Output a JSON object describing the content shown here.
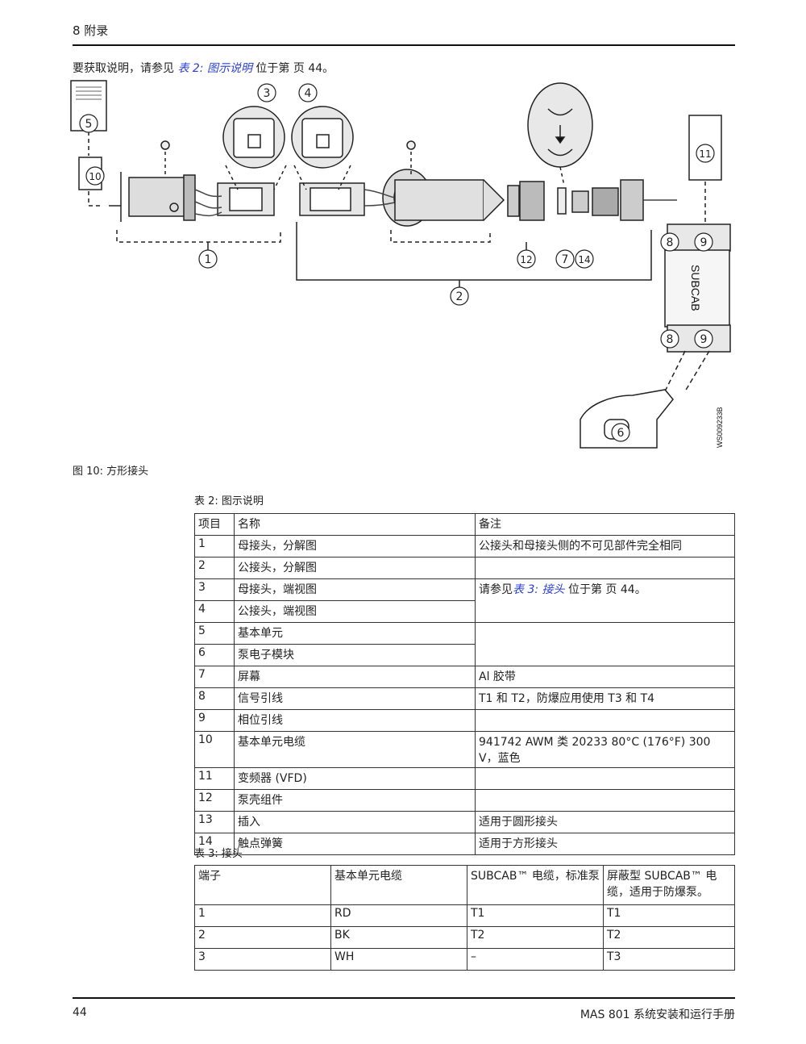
{
  "header": {
    "section": "8 附录"
  },
  "intro": {
    "before": "要获取说明，请参见 ",
    "link": "表 2: 图示说明",
    "after": " 位于第 页 44。"
  },
  "figure": {
    "callouts": [
      "1",
      "2",
      "3",
      "4",
      "5",
      "6",
      "7",
      "8",
      "9",
      "10",
      "11",
      "12",
      "14"
    ],
    "subcab_label": "SUBCAB",
    "code": "WS009233B",
    "caption": "图 10: 方形接头"
  },
  "table2": {
    "caption": "表 2: 图示说明",
    "headers": [
      "项目",
      "名称",
      "备注"
    ],
    "rows": [
      [
        "1",
        "母接头，分解图",
        "公接头和母接头侧的不可见部件完全相同"
      ],
      [
        "2",
        "公接头，分解图",
        ""
      ],
      [
        "3",
        "母接头，端视图",
        ""
      ],
      [
        "4",
        "公接头，端视图",
        ""
      ],
      [
        "5",
        "基本单元",
        ""
      ],
      [
        "6",
        "泵电子模块",
        ""
      ],
      [
        "7",
        "屏幕",
        "Al 胶带"
      ],
      [
        "8",
        "信号引线",
        "T1 和 T2，防爆应用使用 T3 和 T4"
      ],
      [
        "9",
        "相位引线",
        ""
      ],
      [
        "10",
        "基本单元电缆",
        "941742 AWM 类 20233 80°C (176°F) 300 V，蓝色"
      ],
      [
        "11",
        "变频器 (VFD)",
        ""
      ],
      [
        "12",
        "泵壳组件",
        ""
      ],
      [
        "13",
        "插入",
        "适用于圆形接头"
      ],
      [
        "14",
        "触点弹簧",
        "适用于方形接头"
      ]
    ],
    "note_34_before": "请参见",
    "note_34_link": "表 3: 接头",
    "note_34_after": " 位于第 页 44。"
  },
  "table3": {
    "caption": "表 3: 接头",
    "headers": [
      "端子",
      "基本单元电缆",
      "SUBCAB™ 电缆，标准泵",
      "屏蔽型 SUBCAB™ 电缆，适用于防爆泵。"
    ],
    "rows": [
      [
        "1",
        "RD",
        "T1",
        "T1"
      ],
      [
        "2",
        "BK",
        "T2",
        "T2"
      ],
      [
        "3",
        "WH",
        "–",
        "T3"
      ]
    ]
  },
  "footer": {
    "page": "44",
    "manual": "MAS 801 系统安装和运行手册"
  }
}
